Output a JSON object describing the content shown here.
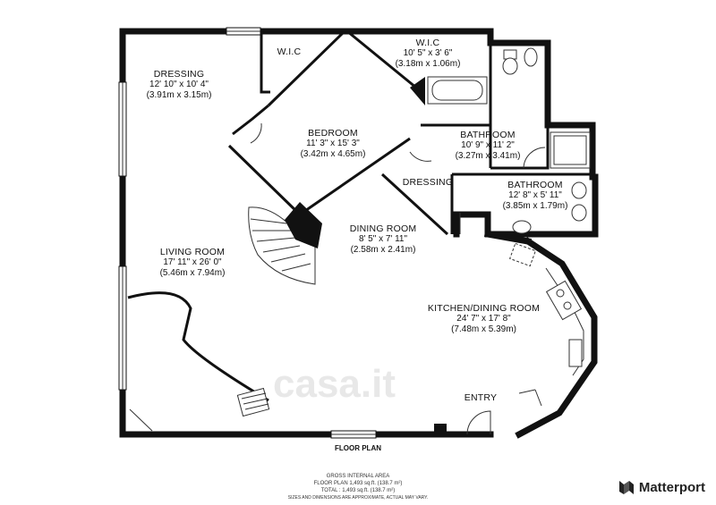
{
  "rooms": {
    "dressing": {
      "name": "DRESSING",
      "imperial": "12' 10\" x 10' 4\"",
      "metric": "(3.91m x 3.15m)"
    },
    "wic_left": {
      "name": "W.I.C"
    },
    "wic_right": {
      "name": "W.I.C",
      "imperial": "10' 5\" x 3' 6\"",
      "metric": "(3.18m x 1.06m)"
    },
    "bedroom": {
      "name": "BEDROOM",
      "imperial": "11' 3\" x 15' 3\"",
      "metric": "(3.42m x 4.65m)"
    },
    "bathroom1": {
      "name": "BATHROOM",
      "imperial": "10' 9\" x 11' 2\"",
      "metric": "(3.27m x 3.41m)"
    },
    "dressing_small": {
      "name": "DRESSING"
    },
    "bathroom2": {
      "name": "BATHROOM",
      "imperial": "12' 8\" x 5' 11\"",
      "metric": "(3.85m x 1.79m)"
    },
    "dining": {
      "name": "DINING ROOM",
      "imperial": "8' 5\" x 7' 11\"",
      "metric": "(2.58m x 2.41m)"
    },
    "living": {
      "name": "LIVING ROOM",
      "imperial": "17' 11\" x 26' 0\"",
      "metric": "(5.46m x 7.94m)"
    },
    "kitchen": {
      "name": "KITCHEN/DINING ROOM",
      "imperial": "24' 7\" x 17' 8\"",
      "metric": "(7.48m x 5.39m)"
    },
    "entry": {
      "name": "ENTRY"
    }
  },
  "footer": {
    "plan_title": "FLOOR PLAN",
    "gross_title": "GROSS INTERNAL AREA",
    "floor_plan_area": "FLOOR PLAN 1,493 sq.ft. (138.7 m²)",
    "total_area": "TOTAL :  1,493 sq.ft. (138.7 m²)",
    "disclaimer": "SIZES AND DIMENSIONS ARE APPROXIMATE, ACTUAL MAY VARY."
  },
  "watermark": "casa.it",
  "brand": {
    "name": "Matterport",
    "icon": "matterport-logo-icon"
  }
}
